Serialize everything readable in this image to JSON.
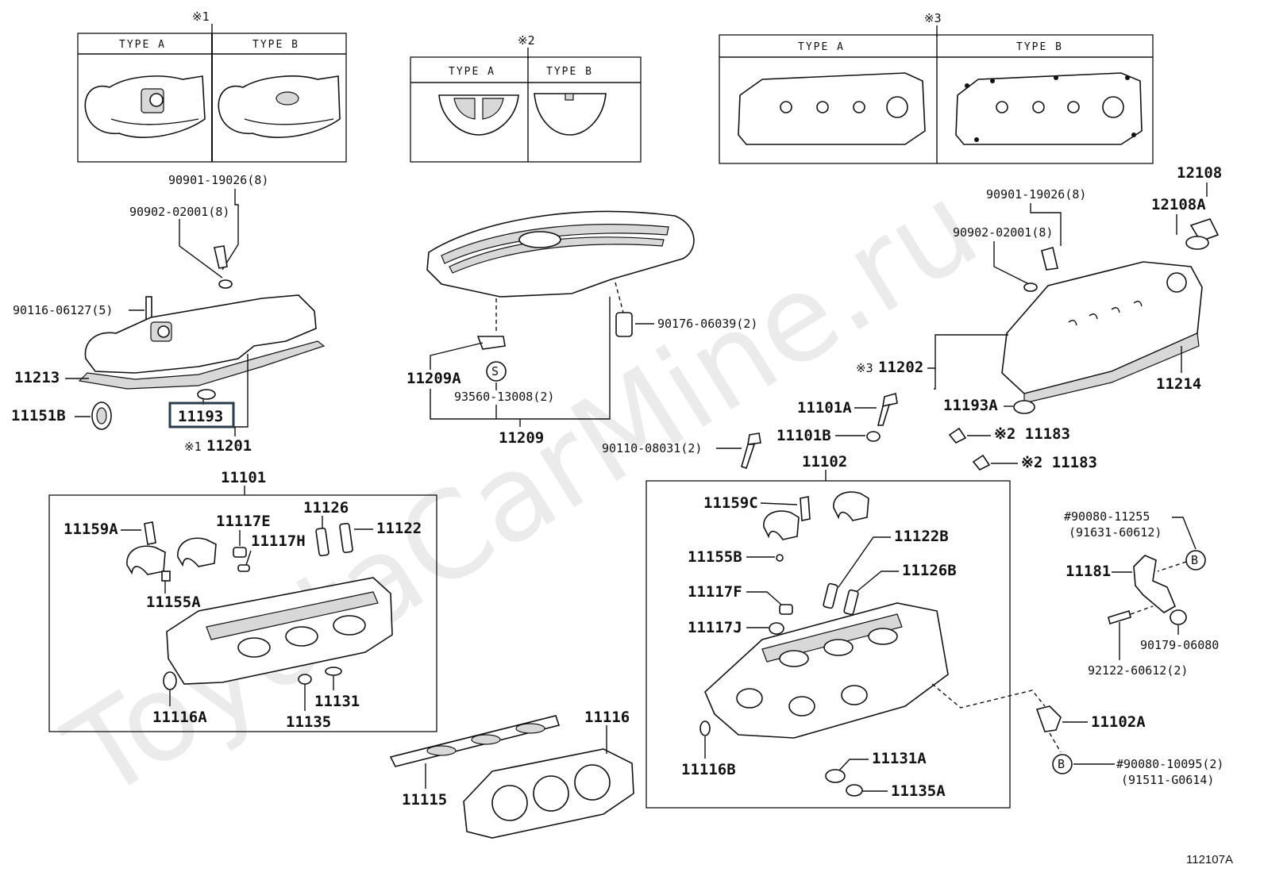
{
  "watermark": "ToyotaCarMine.ru",
  "figure_code": "112107A",
  "notes": {
    "n1": "※1",
    "n2": "※2",
    "n3": "※3"
  },
  "types": {
    "type_a": "TYPE A",
    "type_b": "TYPE B"
  },
  "callouts": {
    "c90901_19026_l": "90901-19026(8)",
    "c90902_02001_l": "90902-02001(8)",
    "c90116": "90116-06127(5)",
    "c11213": "11213",
    "c11151B": "11151B",
    "c11193": "11193",
    "c11201_prefix": "※1",
    "c11201": "11201",
    "c11209A": "11209A",
    "c93560": "93560-13008(2)",
    "c11209": "11209",
    "c90176": "90176-06039(2)",
    "c_s": "S",
    "c90901_19026_r": "90901-19026(8)",
    "c90902_02001_r": "90902-02001(8)",
    "c12108": "12108",
    "c12108A": "12108A",
    "c11202_prefix": "※3",
    "c11202": "11202",
    "c11214": "11214",
    "c11101A": "11101A",
    "c11101B": "11101B",
    "c11193A": "11193A",
    "c11183_1": "※2 11183",
    "c11183_2": "※2 11183",
    "c90110": "90110-08031(2)",
    "c11102": "11102",
    "c11101": "11101",
    "c11159A": "11159A",
    "c11117E": "11117E",
    "c11117H": "11117H",
    "c11126": "11126",
    "c11122": "11122",
    "c11155A": "11155A",
    "c11116A": "11116A",
    "c11135": "11135",
    "c11131": "11131",
    "c11116": "11116",
    "c11115": "11115",
    "c11159C": "11159C",
    "c11155B": "11155B",
    "c11122B": "11122B",
    "c11126B": "11126B",
    "c11117F": "11117F",
    "c11117J": "11117J",
    "c11116B": "11116B",
    "c11131A": "11131A",
    "c11135A": "11135A",
    "c90080_11255": "#90080-11255",
    "c91631": "(91631-60612)",
    "c11181": "11181",
    "c90179": "90179-06080",
    "c92122": "92122-60612(2)",
    "c11102A": "11102A",
    "c90080_10095": "#90080-10095(2)",
    "c91511": "(91511-G0614)",
    "c_b": "B"
  }
}
